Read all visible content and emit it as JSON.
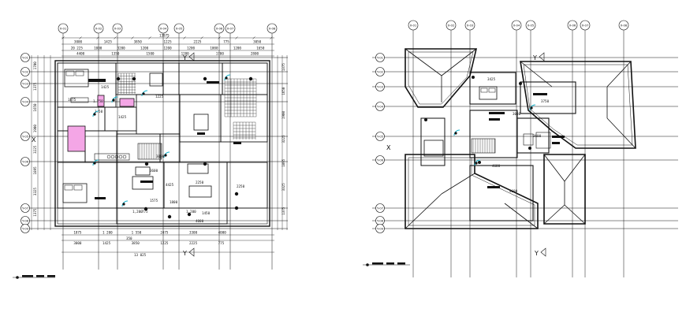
{
  "plan_left": {
    "top_grid": [
      "X-01",
      "X-02",
      "X-03",
      "X-04",
      "X-05",
      "X-06",
      "X-07",
      "X-08"
    ],
    "left_grid": [
      "Y-01",
      "Y-02",
      "Y-03",
      "Y-04",
      "Y-05",
      "Y-06",
      "Y-07",
      "Y-08",
      "Y-09"
    ],
    "top_dims_row1": [
      "13975"
    ],
    "top_dims_row2": [
      "3000",
      "1425",
      "3850",
      "1225",
      "2225",
      "775",
      "3050"
    ],
    "top_dims_row3": [
      "20 225",
      "1000",
      "3200",
      "1200",
      "1200",
      "1200",
      "1000",
      "1200",
      "1650"
    ],
    "top_dims_row4": [
      "4400",
      "1350",
      "1500",
      "1200",
      "1700",
      "2800"
    ],
    "bottom_dims_row1": [
      "1875",
      "1 200",
      "1 550",
      "2475",
      "3300",
      "4000"
    ],
    "bottom_dims_row2": [
      "3000",
      "1425",
      "3850",
      "1225",
      "2225",
      "775"
    ],
    "bottom_dims_row3": [
      "13 025"
    ],
    "right_dims": [
      "1375",
      "1650",
      "1900",
      "3225",
      "1895",
      "3325",
      "1375"
    ],
    "left_dims": [
      "1700",
      "1375",
      "1650",
      "1900",
      "3225",
      "1895",
      "3325",
      "1375"
    ],
    "room_dims": [
      "1875",
      "1.750",
      "1425",
      "1.50",
      "1425",
      "1225",
      "3000",
      "3600",
      "2250",
      "4425",
      "1800",
      "1575",
      "1,200",
      "1.200",
      "1450",
      "4000",
      "2250",
      "775",
      "350"
    ],
    "axis_marks": [
      "Y",
      "Y"
    ]
  },
  "plan_right": {
    "top_grid": [
      "X-01",
      "X-02",
      "X-03",
      "X-04",
      "X-05",
      "X-06",
      "X-07",
      "X-08"
    ],
    "left_grid": [
      "Y-01",
      "Y-02",
      "Y-03",
      "Y-04",
      "Y-05",
      "Y-06",
      "Y-07",
      "Y-08",
      "Y-09"
    ],
    "room_dims": [
      "3425",
      "3750",
      "3000",
      "3600",
      "4600",
      "4600"
    ],
    "axis_marks": [
      "Y",
      "Y",
      "X"
    ]
  }
}
